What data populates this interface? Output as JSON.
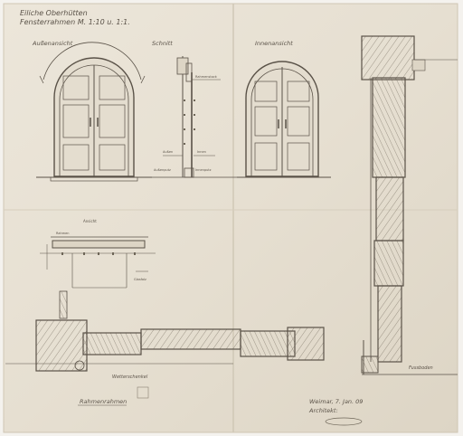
{
  "title": {
    "line1": "Eiliche Oberhütten",
    "line2": "Fensterrahmen M. 1:10 u. 1:1."
  },
  "views": {
    "exterior": "Außenansicht",
    "section": "Schnitt",
    "interior": "Innenansicht"
  },
  "section_notes": {
    "upper_note": "Rahmenstock",
    "mid_left": "Außen",
    "mid_right": "Innen",
    "low_left": "Außenputz",
    "low_right": "Innenputz"
  },
  "plan_notes": {
    "top": "Ansicht",
    "dims": "Rahmen",
    "right": "Glasfalz"
  },
  "bottom_labels": {
    "detail": "Wetterschenkel",
    "main": "Rahmenrahmen",
    "floor": "Fussboden",
    "signature_line1": "Weimar, 7. Jan. 09",
    "signature_line2": "Architekt:"
  },
  "colors": {
    "paper": "#e8e2d6",
    "ink": "#5a5248",
    "pencil": "#6e6658"
  }
}
